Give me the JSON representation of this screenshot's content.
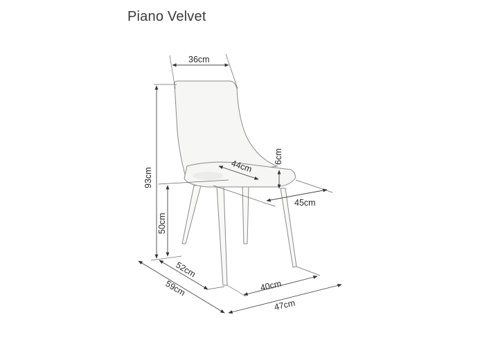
{
  "title": "Piano Velvet",
  "dimensions": {
    "back_width": "36cm",
    "total_height": "93cm",
    "seat_depth_inner": "44cm",
    "seat_thickness": "6cm",
    "seat_width": "45cm",
    "seat_height": "50cm",
    "leg_depth": "52cm",
    "total_depth": "59cm",
    "leg_width": "40cm",
    "total_width": "47cm"
  },
  "colors": {
    "line": "#444444",
    "chair_fill": "#f6f6f4",
    "text": "#2a2a2a"
  }
}
